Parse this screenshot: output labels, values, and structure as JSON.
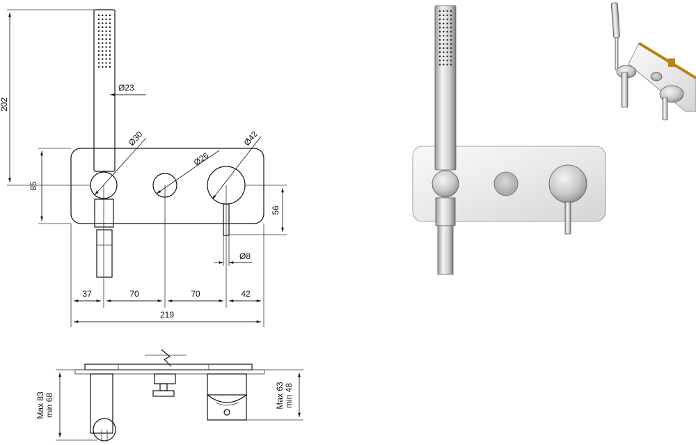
{
  "front_view": {
    "dim_202": "202",
    "dim_85": "85",
    "dim_56": "56",
    "dia_23": "Ø23",
    "dia_30": "Ø30",
    "dia_26": "Ø26",
    "dia_42": "Ø42",
    "dia_8": "Ø8",
    "dim_37": "37",
    "dim_70a": "70",
    "dim_70b": "70",
    "dim_42": "42",
    "dim_219": "219"
  },
  "side_view": {
    "left_max": "Max 83",
    "left_min": "min 68",
    "right_max": "Max 63",
    "right_min": "min 48"
  },
  "colors": {
    "line": "#111111",
    "chrome_light": "#f2f2f2",
    "chrome_mid": "#c8c8c8",
    "chrome_dark": "#6b6b6b",
    "brass": "#b8860b"
  }
}
